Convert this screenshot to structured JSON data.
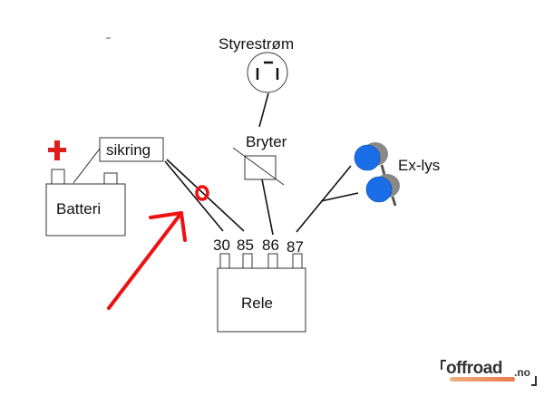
{
  "diagram": {
    "labels": {
      "control_current": "Styrestrøm",
      "switch": "Bryter",
      "fuse": "sikring",
      "battery": "Batteri",
      "relay": "Rele",
      "extra_lights": "Ex-lys",
      "battery_plus": "+"
    },
    "relay_pins": [
      "30",
      "85",
      "86",
      "87"
    ],
    "logo": {
      "name": "offroad",
      "tld": ".no"
    },
    "colors": {
      "annotation": "#ee1111",
      "lamp": "#1a6fe8",
      "lamp_shade": "#888888",
      "line": "#111111"
    }
  }
}
